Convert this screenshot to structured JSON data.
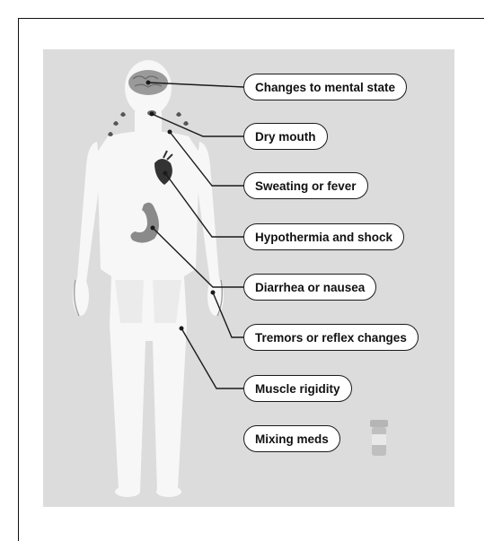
{
  "title": "",
  "labels": [
    {
      "id": "mental",
      "text": "Changes to mental state"
    },
    {
      "id": "mouth",
      "text": "Dry mouth"
    },
    {
      "id": "sweat",
      "text": "Sweating or fever"
    },
    {
      "id": "hypo",
      "text": "Hypothermia and shock"
    },
    {
      "id": "diarrhea",
      "text": "Diarrhea or nausea"
    },
    {
      "id": "tremors",
      "text": "Tremors or reflex changes"
    },
    {
      "id": "muscle",
      "text": "Muscle rigidity"
    },
    {
      "id": "meds",
      "text": "Mixing meds"
    }
  ],
  "icons": [
    "brain-icon",
    "heart-icon",
    "stomach-icon",
    "pill-bottle-icon",
    "sweat-drop-icon"
  ],
  "colors": {
    "background": "#dcdcdc",
    "body": "#f7f7f7",
    "organ": "#8a8a8a",
    "outline": "#1a1a1a"
  }
}
